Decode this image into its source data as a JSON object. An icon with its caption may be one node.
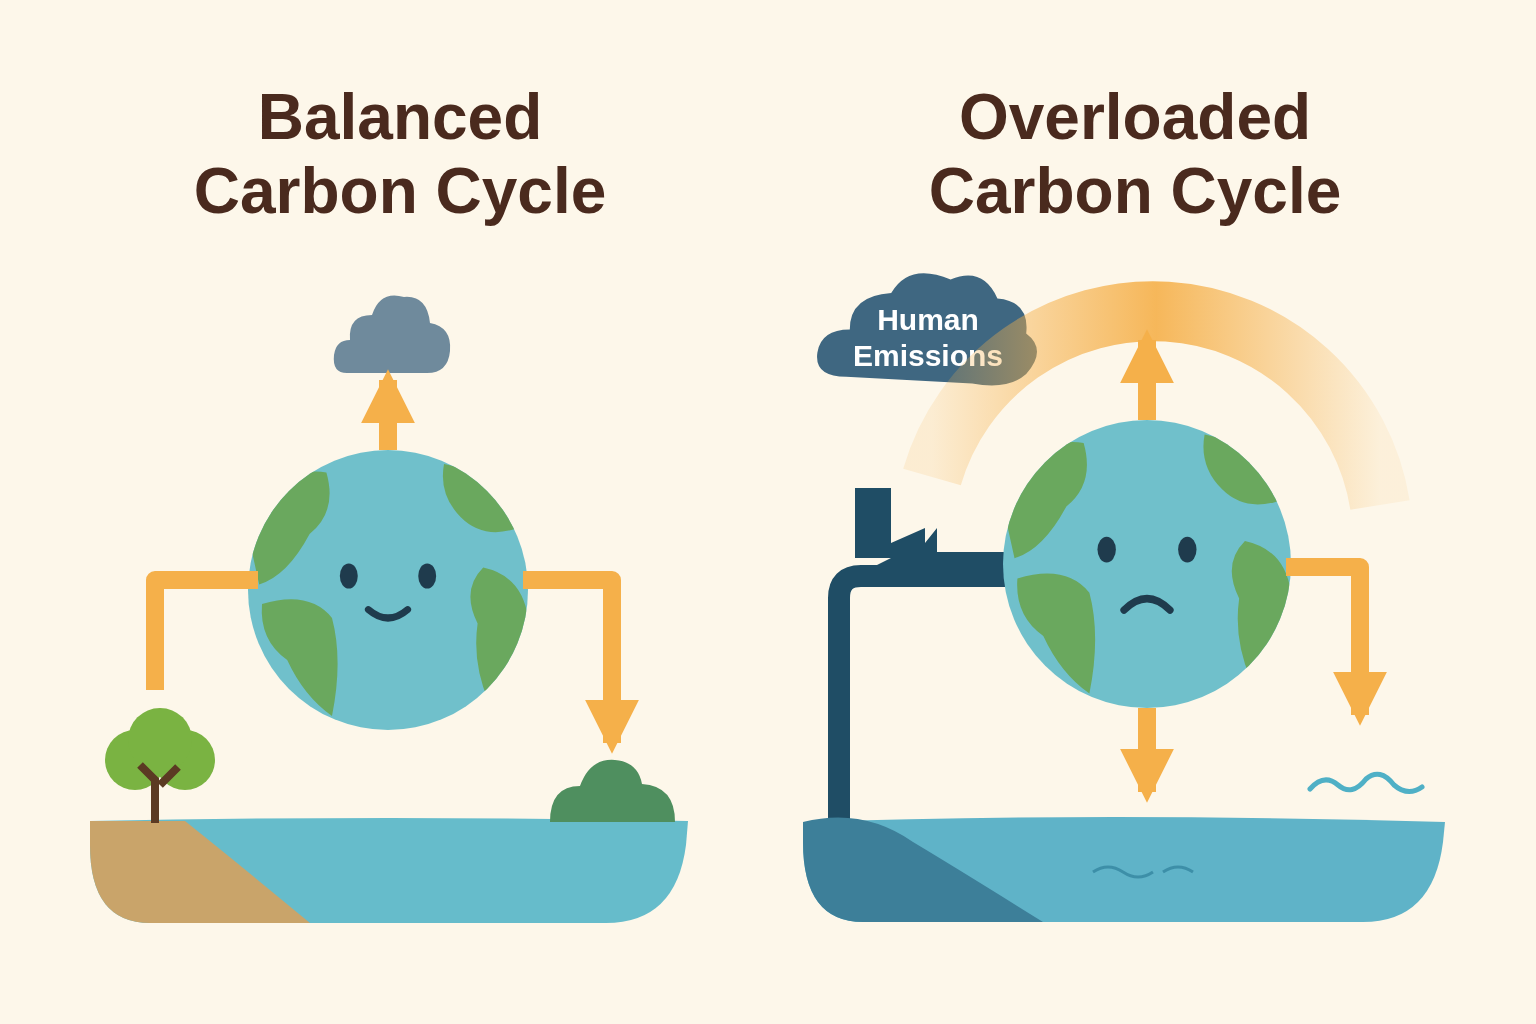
{
  "diagram": {
    "nodes": [
      {
        "text": [],
        "shape": "cloud"
      },
      {
        "text": [],
        "shape": "picture"
      },
      {
        "text": [],
        "shape": "picture"
      },
      {
        "text": [],
        "shape": "picture"
      },
      {
        "text": [
          "Human Emissions"
        ]
      },
      {
        "text": [],
        "shape": "picture"
      },
      {
        "text": [],
        "shape": "picture"
      },
      {
        "text": [],
        "shape": "picture"
      },
      {
        "text": [],
        "shape": "picture"
      }
    ],
    "edges": [
      {
        "from": 1,
        "to": 0,
        "arrow": "to"
      },
      {
        "from": 2,
        "to": 1,
        "arrow": "none"
      },
      {
        "from": 1,
        "to": 3,
        "arrow": "to"
      },
      {
        "from": 4,
        "to": null,
        "arrow": "none",
        "style": "thick"
      },
      {
        "from": 6,
        "to": null,
        "arrow": "to"
      },
      {
        "from": 6,
        "to": 7,
        "arrow": "to"
      },
      {
        "from": 6,
        "to": 8,
        "arrow": "to"
      }
    ],
    "labels": [
      "Balanced Carbon Cycle",
      "Overloaded Carbon Cycle"
    ]
  }
}
